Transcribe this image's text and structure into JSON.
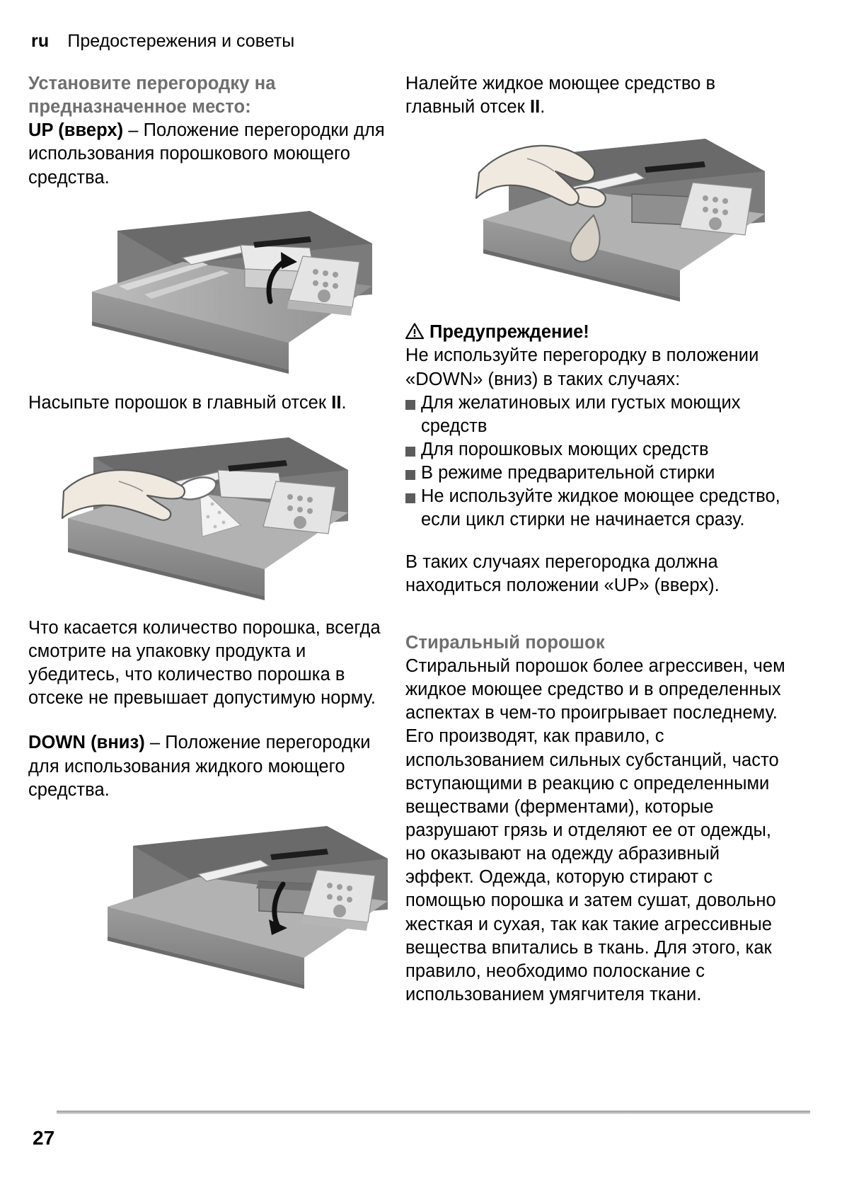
{
  "header": {
    "lang": "ru",
    "breadcrumb": "Предостережения и советы"
  },
  "left_column": {
    "heading": "Установите перегородку на предназначенное место:",
    "up_label": "UP (вверх)",
    "up_dash": " – ",
    "up_text": "Положение перегородки для использования порошкового моющего средства.",
    "figure1_caption_alt": "Перегородка в положении UP",
    "caption_powder_pre": "Насыпьте порошок в главный отсек ",
    "caption_powder_bold": "II",
    "caption_powder_post": ".",
    "amount_paragraph": "Что касается количество порошка, всегда смотрите на упаковку продукта и убедитесь, что количество порошка в отсеке не превышает допустимую норму.",
    "down_label": "DOWN (вниз)",
    "down_dash": " – ",
    "down_text": "Положение перегородки для использования жидкого моющего средства."
  },
  "right_column": {
    "liquid_pre": "Налейте жидкое моющее средство в главный отсек ",
    "liquid_bold": "II",
    "liquid_post": ".",
    "warning_icon": "warning-triangle-icon",
    "warning_title": "Предупреждение!",
    "warning_intro": "Не используйте перегородку в положении «DOWN» (вниз) в таких случаях:",
    "bullets": [
      "Для желатиновых или густых моющих средств",
      "Для порошковых моющих средств",
      "В режиме предварительной стирки",
      "Не используйте жидкое моющее средство, если цикл стирки не начинается сразу."
    ],
    "after_bullets": "В таких случаях перегородка должна находиться положении «UP» (вверх).",
    "powder_heading": "Стиральный порошок",
    "powder_body": "Стиральный порошок более агрессивен, чем жидкое моющее средство и в определенных аспектах в чем-то проигрывает последнему. Его производят, как правило, с использованием сильных субстанций, часто вступающими в реакцию с определенными веществами (ферментами), которые разрушают грязь и отделяют ее от одежды, но оказывают на одежду абразивный эффект. Одежда, которую стирают с помощью порошка и затем сушат, довольно жесткая и сухая, так как такие агрессивные вещества впитались в ткань. Для этого, как правило, необходимо полоскание с использованием умягчителя ткани."
  },
  "footer": {
    "page_number": "27"
  },
  "colors": {
    "heading_gray": "#6f6f6f",
    "body_black": "#000000",
    "bullet_gray": "#5b5b5b",
    "illustration_dark": "#6e6e6e",
    "illustration_mid": "#8d8d8d",
    "illustration_light": "#b9b9b9",
    "illustration_hand": "#efe9df"
  }
}
